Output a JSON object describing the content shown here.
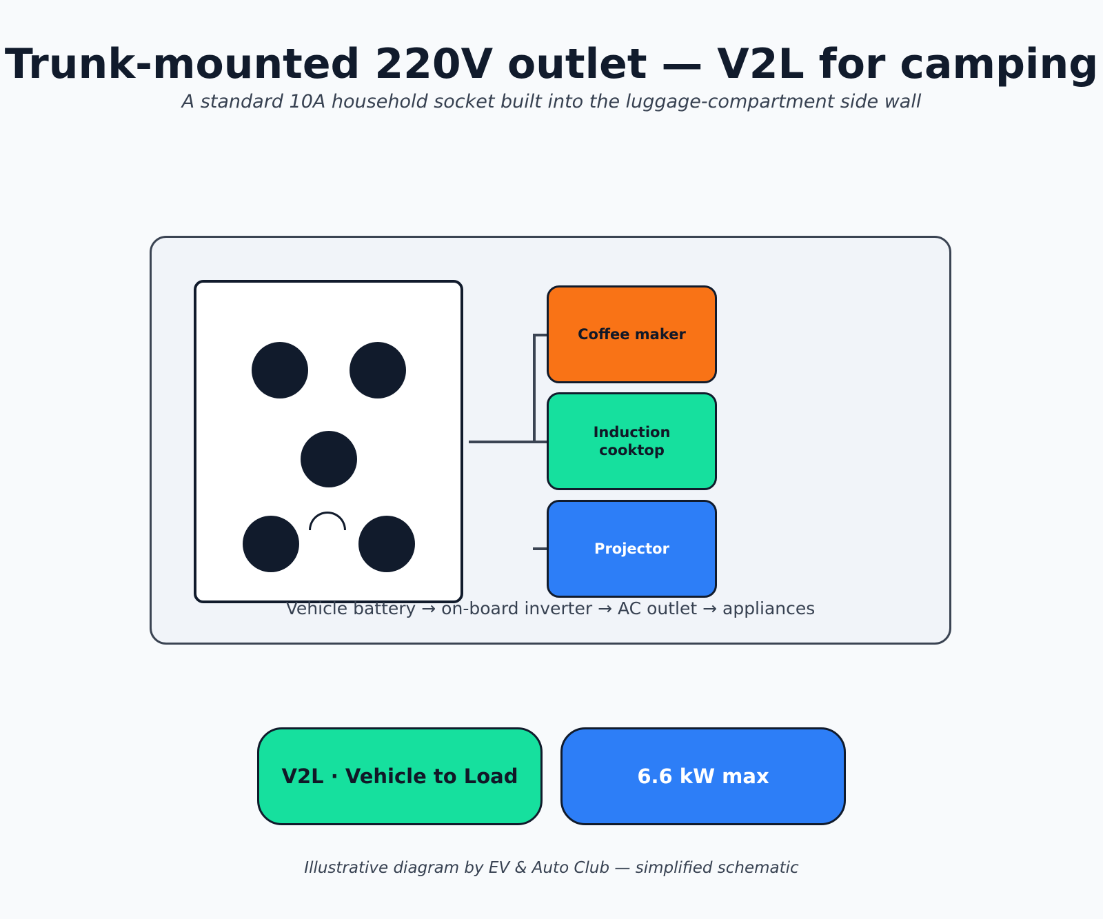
{
  "header": {
    "title": "Trunk-mounted 220V outlet — V2L for camping",
    "subtitle": "A standard 10A household socket built into the luggage-compartment side wall"
  },
  "diagram": {
    "appliances": [
      {
        "label": "Coffee maker",
        "color": "#f97316",
        "text_color": "#111827"
      },
      {
        "label": "Induction cooktop",
        "color": "#16e09e",
        "text_color": "#111827"
      },
      {
        "label": "Projector",
        "color": "#2d7ef7",
        "text_color": "#ffffff"
      }
    ],
    "caption": "Vehicle battery → on-board inverter → AC outlet → appliances"
  },
  "badges": [
    {
      "label": "V2L · Vehicle to Load",
      "color": "#16e09e",
      "text_color": "#111827"
    },
    {
      "label": "6.6 kW max",
      "color": "#2d7ef7",
      "text_color": "#ffffff"
    }
  ],
  "footer": {
    "credit": "Illustrative diagram by EV & Auto Club — simplified schematic"
  },
  "colors": {
    "ink": "#111b2c",
    "panel_border": "#3b4453",
    "panel_bg": "#f1f4f9",
    "page_bg": "#f8fafc"
  }
}
